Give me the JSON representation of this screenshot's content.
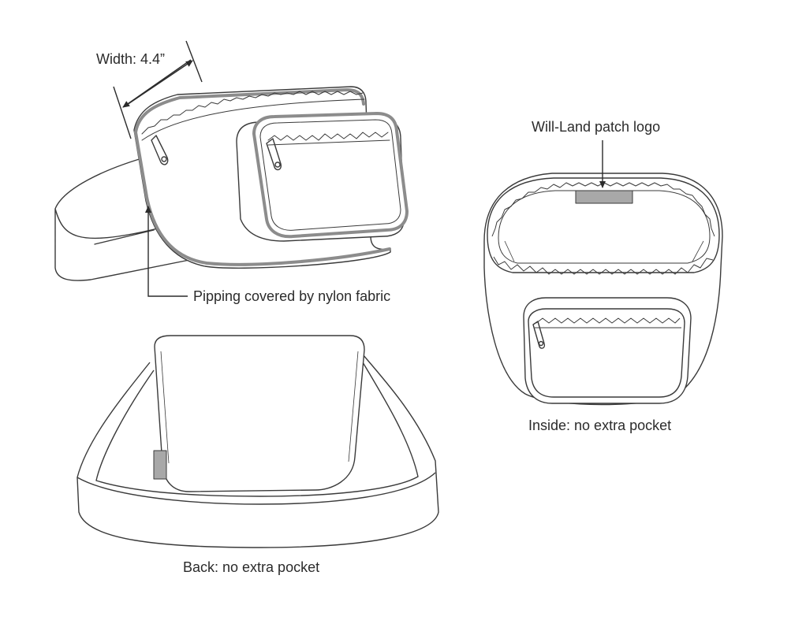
{
  "labels": {
    "width": "Width: 4.4”",
    "piping": "Pipping covered by nylon fabric",
    "patch": "Will-Land patch logo",
    "inside": "Inside: no extra pocket",
    "back": "Back: no extra pocket"
  },
  "colors": {
    "line": "#3a3a3a",
    "piping": "#8c8c8c",
    "patch": "#a8a8a8"
  }
}
